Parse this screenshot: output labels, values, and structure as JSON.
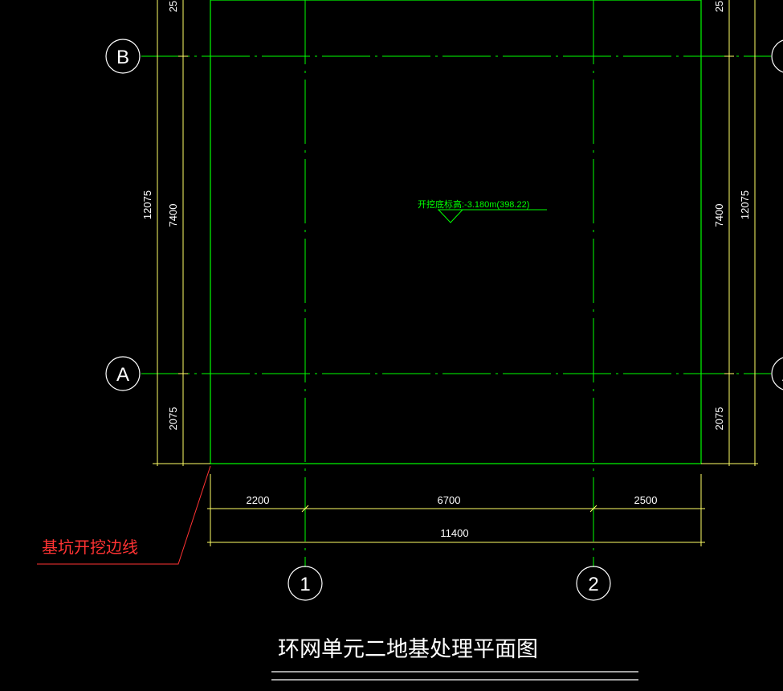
{
  "drawing": {
    "title": "环网单元二地基处理平面图",
    "annotation": "基坑开挖边线",
    "elevation_label": "开挖底标高:-3.180m(398.22)",
    "grid_rows": [
      "B",
      "A"
    ],
    "grid_cols": [
      "1",
      "2"
    ],
    "dims": {
      "bottom_left": "2200",
      "bottom_mid": "6700",
      "bottom_right": "2500",
      "bottom_total": "11400",
      "left_outer": "12075",
      "left_inner": "7400",
      "left_lower": "2075",
      "left_top_partial": "25",
      "right_outer": "12075",
      "right_inner": "7400",
      "right_lower": "2075",
      "right_top_partial": "25"
    },
    "colors": {
      "background": "#000000",
      "outline": "#00ff00",
      "grid": "#00ff00",
      "dimension": "#ffff66",
      "annotation": "#ff3333",
      "text": "#ffffff"
    }
  }
}
